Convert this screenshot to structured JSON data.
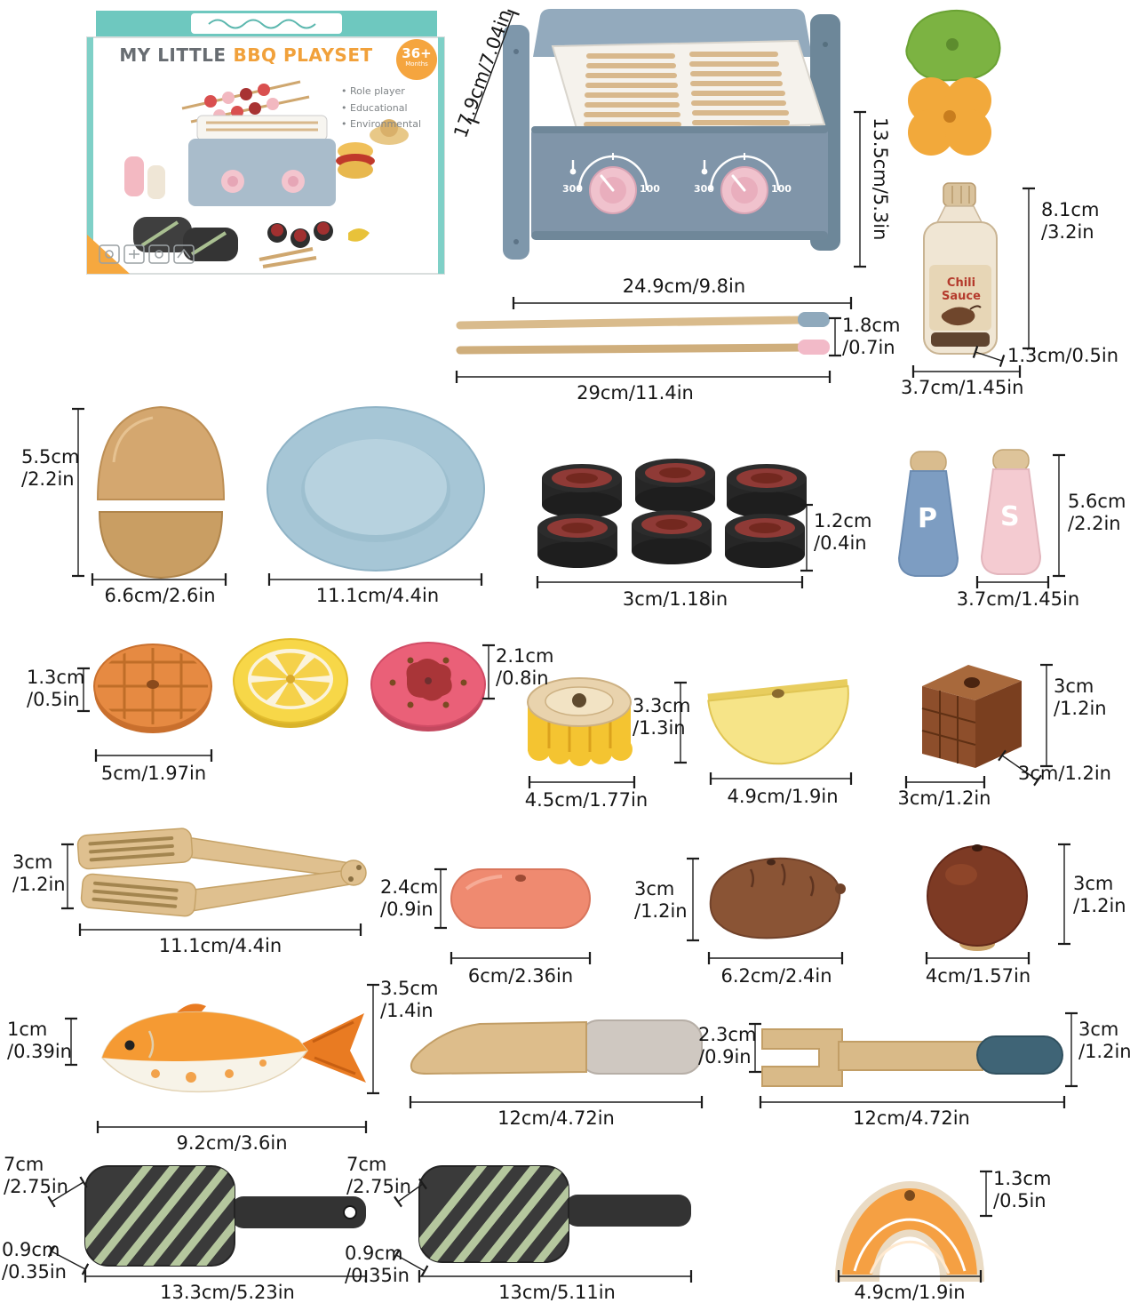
{
  "box": {
    "title_part1": "MY LITTLE",
    "title_part2": "BBQ PLAYSET",
    "age_badge": "36+",
    "age_badge_sub": "Months",
    "bullets": [
      "Role player",
      "Educational",
      "Environmental"
    ]
  },
  "grill": {
    "dial_left_min": "300",
    "dial_left_max": "100",
    "dial_right_min": "300",
    "dial_right_max": "100"
  },
  "bottle": {
    "label": "Chili\nSauce"
  },
  "shakers": {
    "pepper": "P",
    "salt": "S"
  },
  "dims": {
    "grill_depth": "17.9cm/7.04in",
    "grill_height": "13.5cm/5.3in",
    "grill_width": "24.9cm/9.8in",
    "bottle_height": "8.1cm\n/3.2in",
    "bottle_depth": "1.3cm/0.5in",
    "bottle_width": "3.7cm/1.45in",
    "skewer_tip": "1.8cm\n/0.7in",
    "skewer_length": "29cm/11.4in",
    "bun_height": "5.5cm\n/2.2in",
    "bun_width": "6.6cm/2.6in",
    "plate_width": "11.1cm/4.4in",
    "patty_height": "1.2cm\n/0.4in",
    "patty_width": "3cm/1.18in",
    "shaker_height": "5.6cm\n/2.2in",
    "shaker_width": "3.7cm/1.45in",
    "slice_height": "1.3cm\n/0.5in",
    "slice_width": "5cm/1.97in",
    "donut_height": "2.1cm\n/0.8in",
    "corn_height": "3.3cm\n/1.3in",
    "corn_width": "4.5cm/1.77in",
    "half_width": "4.9cm/1.9in",
    "cube_height": "3cm\n/1.2in",
    "cube_depth": "3cm/1.2in",
    "cube_width": "3cm/1.2in",
    "tongs_height": "3cm\n/1.2in",
    "tongs_length": "11.1cm/4.4in",
    "sausage_height": "2.4cm\n/0.9in",
    "sausage_width": "6cm/2.36in",
    "potato_height": "3cm\n/1.2in",
    "potato_width": "6.2cm/2.4in",
    "onion_height": "3cm\n/1.2in",
    "onion_width": "4cm/1.57in",
    "fish_tail": "1cm\n/0.39in",
    "fish_height": "3.5cm\n/1.4in",
    "fish_length": "9.2cm/3.6in",
    "knife_length": "12cm/4.72in",
    "fork_neck": "2.3cm\n/0.9in",
    "fork_height": "3cm\n/1.2in",
    "fork_length": "12cm/4.72in",
    "paddle1_height": "7cm\n/2.75in",
    "paddle1_thick": "0.9cm\n/0.35in",
    "paddle1_length": "13.3cm/5.23in",
    "paddle2_height": "7cm\n/2.75in",
    "paddle2_thick": "0.9cm\n/0.35in",
    "paddle2_length": "13cm/5.11in",
    "salmon_height": "1.3cm\n/0.5in",
    "salmon_width": "4.9cm/1.9in"
  }
}
